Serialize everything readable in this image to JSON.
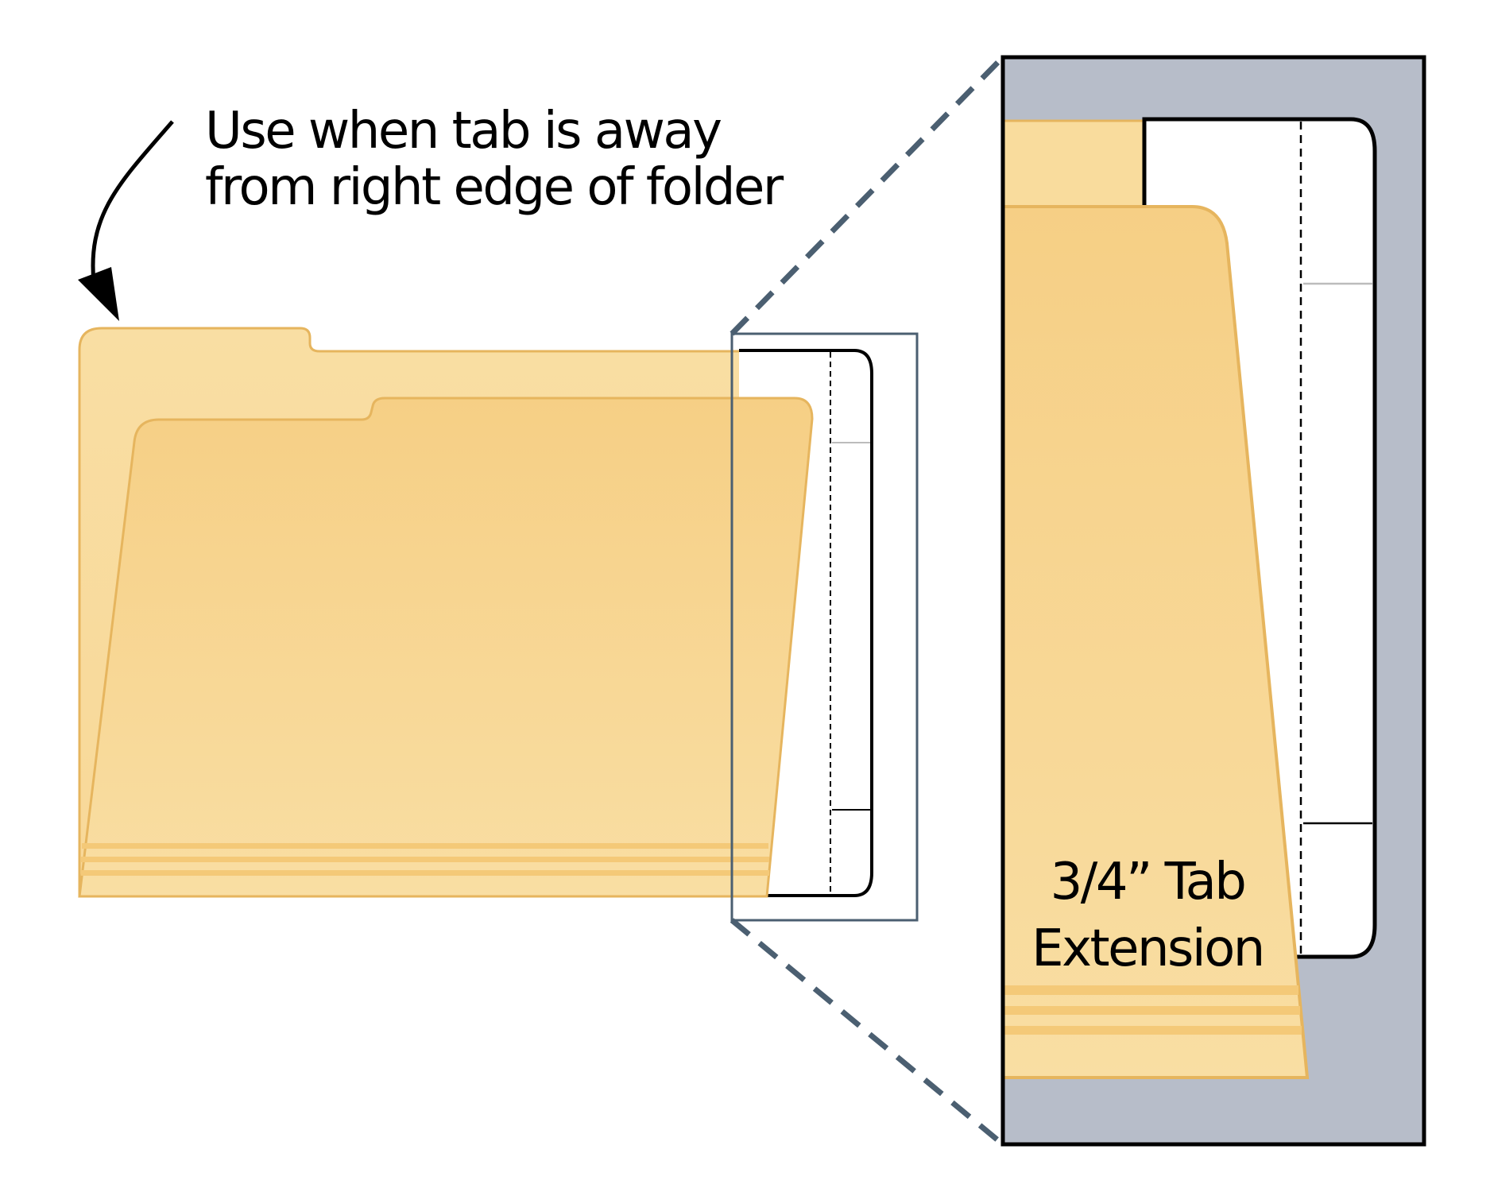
{
  "annotation": {
    "line1": "Use when tab is away",
    "line2": "from right edge of folder"
  },
  "zoom_label": {
    "line1": "3/4” Tab",
    "line2": "Extension"
  },
  "colors": {
    "folder_light": "#f9dd9e",
    "folder_mid": "#f7d28a",
    "folder_edge": "#e6b55e",
    "stripe": "#f3c97d",
    "zoom_background": "#b7bdc9",
    "zoom_lines": "#4b5f71",
    "outline": "#000000",
    "guide_gray": "#bcbcbc"
  },
  "icons": {
    "pointer": "curved-arrow-icon"
  }
}
